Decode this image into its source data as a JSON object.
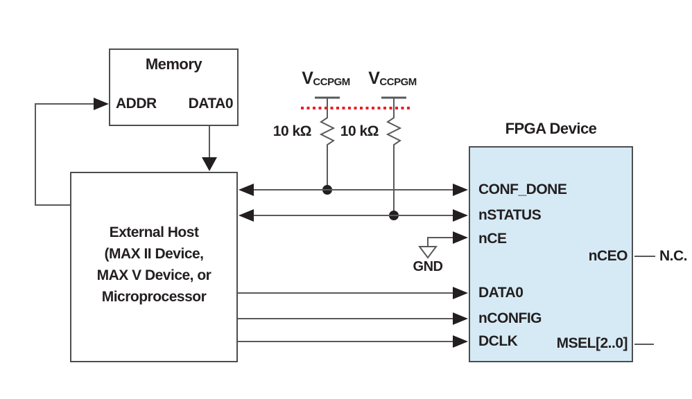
{
  "diagram": {
    "memory": {
      "title": "Memory",
      "pin_addr": "ADDR",
      "pin_data": "DATA0"
    },
    "external_host": {
      "lines": [
        "External Host",
        "(MAX II Device,",
        "MAX V Device, or",
        "Microprocessor"
      ]
    },
    "fpga": {
      "title": "FPGA Device",
      "left_pins": [
        "CONF_DONE",
        "nSTATUS",
        "nCE",
        "DATA0",
        "nCONFIG",
        "DCLK"
      ],
      "right_pins": [
        "nCEO",
        "MSEL[2..0]"
      ]
    },
    "pullups": {
      "supplies": [
        {
          "main": "V",
          "sub": "CCPGM"
        },
        {
          "main": "V",
          "sub": "CCPGM"
        }
      ],
      "resistors": [
        "10 kΩ",
        "10 kΩ"
      ]
    },
    "gnd_label": "GND",
    "nc_label": "N.C.",
    "colors": {
      "fpga_fill": "#d6eaf5",
      "wire": "#58595b",
      "arrow_and_text": "#231f20",
      "highlight_red": "#ed1c24"
    }
  }
}
